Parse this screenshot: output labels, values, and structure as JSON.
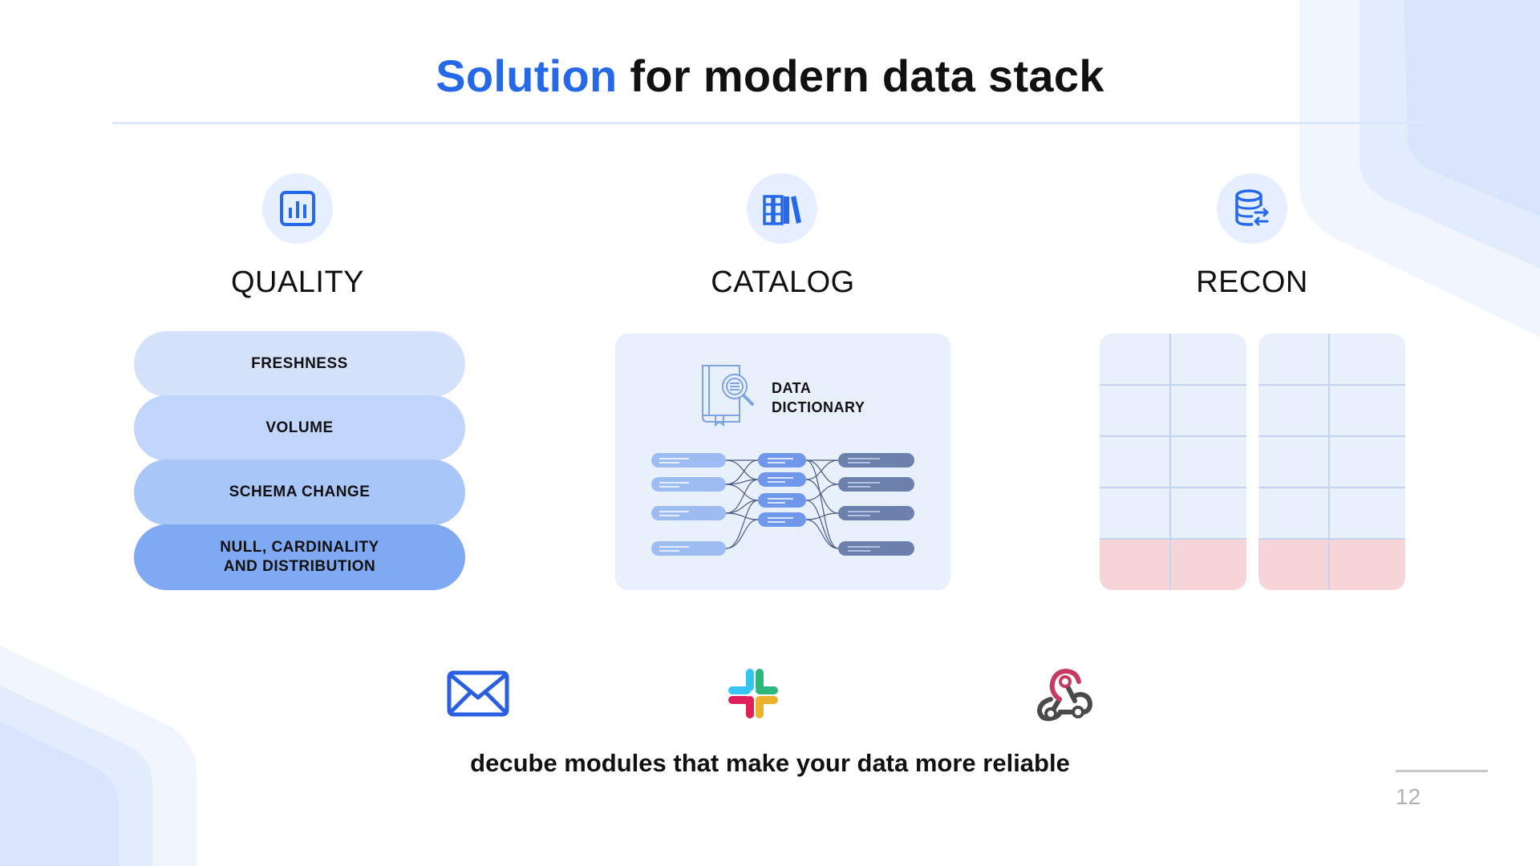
{
  "slide": {
    "title_accent": "Solution",
    "title_rest": " for modern data stack",
    "tagline": "decube modules that make your data more reliable",
    "page_number": "12"
  },
  "colors": {
    "accent": "#2669e8",
    "text": "#111111",
    "pill_shades": [
      "#d4e3fb",
      "#c1d6fa",
      "#a9c6f8",
      "#7fa9f2"
    ],
    "card_background": "#e8f0fc",
    "recon_mismatch": "#f6d5d8"
  },
  "columns": {
    "quality": {
      "title": "QUALITY",
      "icon": "bar-chart-icon",
      "checks": [
        "FRESHNESS",
        "VOLUME",
        "SCHEMA CHANGE",
        "NULL, CARDINALITY\nAND DISTRIBUTION"
      ]
    },
    "catalog": {
      "title": "CATALOG",
      "icon": "books-icon",
      "dictionary_label": "DATA\nDICTIONARY",
      "dictionary_icon": "book-search-icon"
    },
    "recon": {
      "title": "RECON",
      "icon": "database-sync-icon"
    }
  },
  "alert_channels": [
    {
      "name": "email",
      "icon": "email-icon"
    },
    {
      "name": "slack",
      "icon": "slack-icon"
    },
    {
      "name": "webhook",
      "icon": "webhook-icon"
    }
  ]
}
